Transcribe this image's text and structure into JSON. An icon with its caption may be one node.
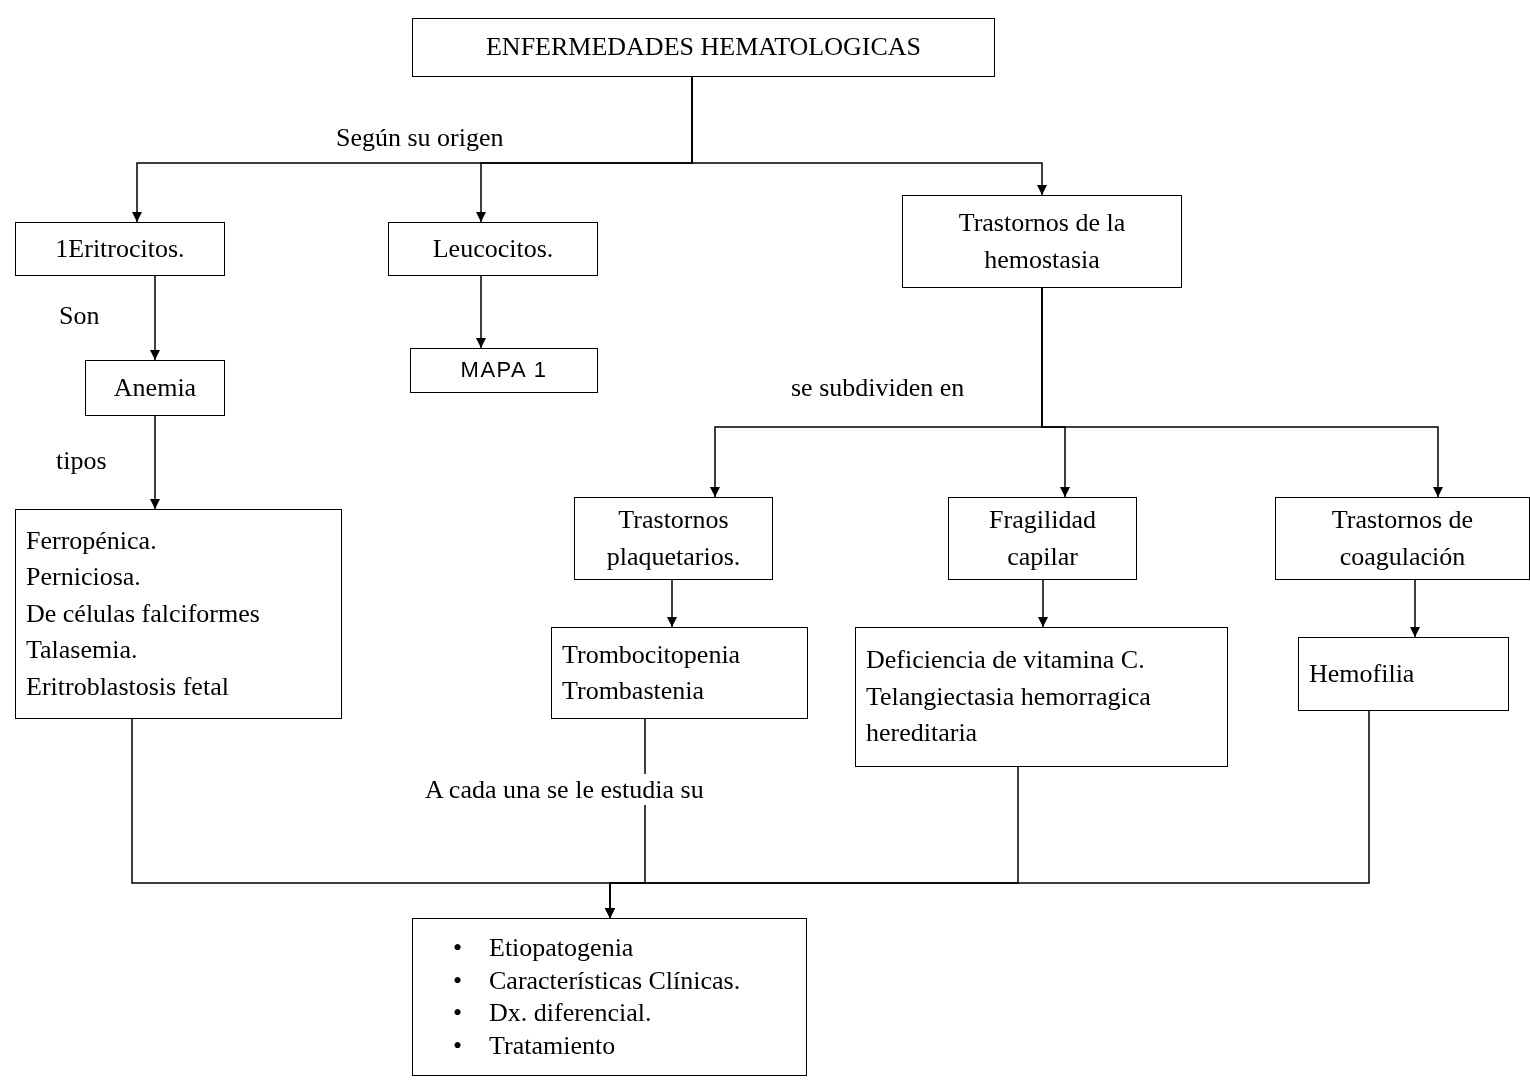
{
  "diagram": {
    "nodes": [
      {
        "text": [
          "ENFERMEDADES HEMATOLOGICAS"
        ]
      },
      {
        "text": [
          "1Eritrocitos."
        ]
      },
      {
        "text": [
          "Leucocitos."
        ]
      },
      {
        "text": [
          "Trastornos de la hemostasia"
        ]
      },
      {
        "text": [
          "Anemia"
        ]
      },
      {
        "text": [
          "MAPA 1"
        ]
      },
      {
        "text": [
          "Ferropénica.",
          "Perniciosa.",
          "De células falciformes",
          "Talasemia.",
          "Eritroblastosis fetal"
        ]
      },
      {
        "text": [
          "Trastornos plaquetarios."
        ]
      },
      {
        "text": [
          "Fragilidad capilar"
        ]
      },
      {
        "text": [
          "Trastornos de coagulación"
        ]
      },
      {
        "text": [
          "Trombocitopenia",
          "Trombastenia"
        ]
      },
      {
        "text": [
          "Deficiencia de vitamina C.",
          "Telangiectasia hemorragica hereditaria"
        ]
      },
      {
        "text": [
          "Hemofilia"
        ]
      },
      {
        "text": [
          "• Etiopatogenia",
          "• Características Clínicas.",
          "• Dx. diferencial.",
          "• Tratamiento"
        ]
      }
    ],
    "edges": [
      {
        "from": 0,
        "to": 1,
        "arrow": "to",
        "label": "Según su origen"
      },
      {
        "from": 0,
        "to": 2,
        "arrow": "to"
      },
      {
        "from": 0,
        "to": 3,
        "arrow": "to"
      },
      {
        "from": 1,
        "to": 4,
        "arrow": "to",
        "label": "Son"
      },
      {
        "from": 4,
        "to": 6,
        "arrow": "to",
        "label": "tipos"
      },
      {
        "from": 2,
        "to": 5,
        "arrow": "to"
      },
      {
        "from": 3,
        "to": 7,
        "arrow": "to",
        "label": "se subdividen en"
      },
      {
        "from": 3,
        "to": 8,
        "arrow": "to"
      },
      {
        "from": 3,
        "to": 9,
        "arrow": "to"
      },
      {
        "from": 7,
        "to": 10,
        "arrow": "to"
      },
      {
        "from": 8,
        "to": 11,
        "arrow": "to"
      },
      {
        "from": 9,
        "to": 12,
        "arrow": "to"
      },
      {
        "from": 6,
        "to": 13,
        "arrow": "to"
      },
      {
        "from": 10,
        "to": 13,
        "arrow": "to",
        "label": "A cada una se le estudia su"
      },
      {
        "from": 11,
        "to": 13,
        "arrow": "to"
      },
      {
        "from": 12,
        "to": 13,
        "arrow": "to"
      }
    ]
  }
}
